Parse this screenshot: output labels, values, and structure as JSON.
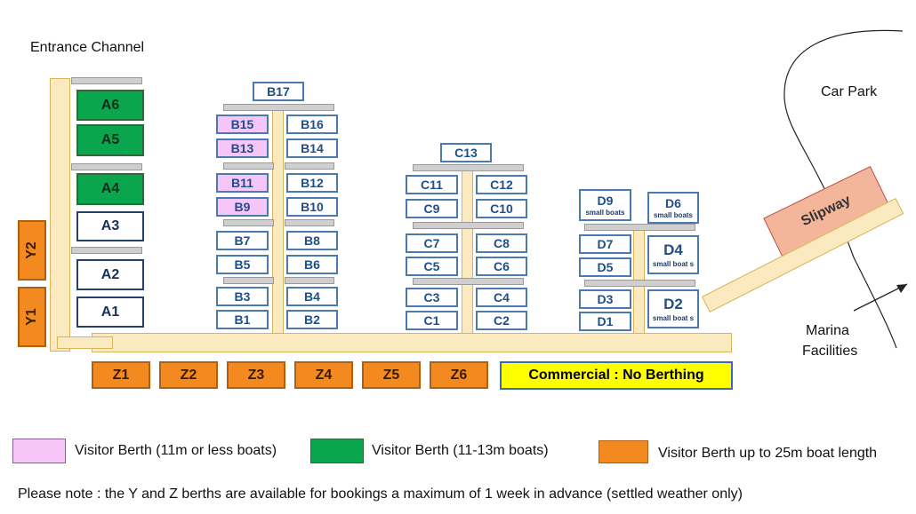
{
  "labels": {
    "entrance": "Entrance Channel",
    "car_park": "Car Park",
    "slipway": "Slipway",
    "marina_facilities_line1": "Marina",
    "marina_facilities_line2": "Facilities"
  },
  "berths": {
    "A6": "A6",
    "A5": "A5",
    "A4": "A4",
    "A3": "A3",
    "A2": "A2",
    "A1": "A1",
    "B17": "B17",
    "B15": "B15",
    "B16": "B16",
    "B13": "B13",
    "B14": "B14",
    "B11": "B11",
    "B12": "B12",
    "B9": "B9",
    "B10": "B10",
    "B7": "B7",
    "B8": "B8",
    "B5": "B5",
    "B6": "B6",
    "B3": "B3",
    "B4": "B4",
    "B1": "B1",
    "B2": "B2",
    "C13": "C13",
    "C11": "C11",
    "C12": "C12",
    "C9": "C9",
    "C10": "C10",
    "C7": "C7",
    "C8": "C8",
    "C5": "C5",
    "C6": "C6",
    "C3": "C3",
    "C4": "C4",
    "C1": "C1",
    "C2": "C2",
    "D9": "D9",
    "D6": "D6",
    "D7": "D7",
    "D4": "D4",
    "D5": "D5",
    "D3": "D3",
    "D2": "D2",
    "D1": "D1",
    "Y2": "Y2",
    "Y1": "Y1",
    "Z1": "Z1",
    "Z2": "Z2",
    "Z3": "Z3",
    "Z4": "Z4",
    "Z5": "Z5",
    "Z6": "Z6",
    "commercial": "Commercial : No Berthing",
    "small_boats": "small boats",
    "small_boats_alt": "small boat s"
  },
  "legend": {
    "visitor_small": "Visitor Berth (11m or less boats)",
    "visitor_medium": "Visitor Berth (11-13m boats)",
    "visitor_large": "Visitor Berth up to 25m boat length"
  },
  "note": "Please note : the Y and Z berths are available for bookings a maximum of 1 week in advance (settled weather only)",
  "colors": {
    "visitor_small": "#f5c6f7",
    "visitor_medium": "#0aa64e",
    "visitor_large": "#f28a20",
    "commercial": "#ffff00",
    "pontoon": "#fbe9bf"
  }
}
